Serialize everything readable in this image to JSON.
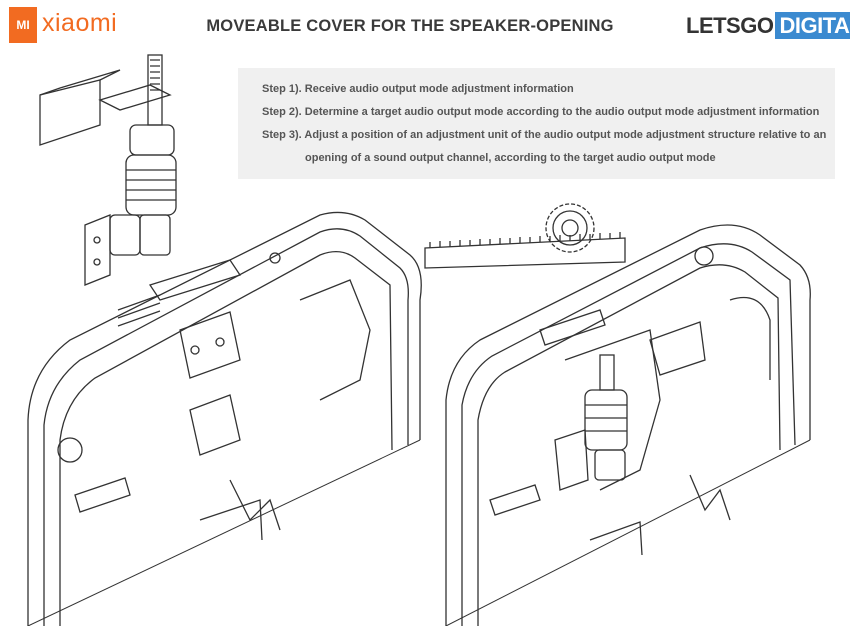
{
  "header": {
    "brand_mark": "MI",
    "brand_name": "xiaomi",
    "title": "MOVEABLE COVER FOR THE SPEAKER-OPENING",
    "source_logo_a": "LETSGO",
    "source_logo_b": "DIGITAL"
  },
  "steps": [
    "Step 1). Receive audio output mode adjustment information",
    "Step 2). Determine a target audio output mode according to the audio output mode adjustment information",
    "Step 3). Adjust a position of an adjustment unit of the audio output mode adjustment structure relative to an",
    "opening of a sound output channel, according to the target audio output mode"
  ],
  "colors": {
    "brand_orange": "#f26b21",
    "digital_blue": "#3b8ad0",
    "step_box": "#f0f0f0"
  }
}
